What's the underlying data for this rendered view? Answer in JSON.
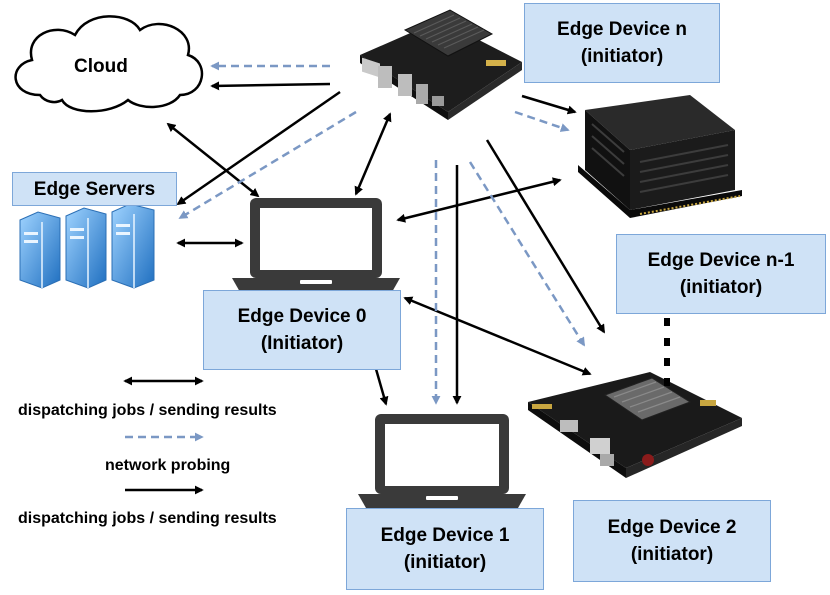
{
  "cloud": {
    "label": "Cloud"
  },
  "edge_servers": {
    "label": "Edge Servers"
  },
  "devices": {
    "n": {
      "name": "Edge Device n",
      "role": "(initiator)"
    },
    "n1": {
      "name": "Edge Device n-1",
      "role": "(initiator)"
    },
    "d0": {
      "name": "Edge Device 0",
      "role": "(Initiator)"
    },
    "d1": {
      "name": "Edge Device 1",
      "role": "(initiator)"
    },
    "d2": {
      "name": "Edge Device 2",
      "role": "(initiator)"
    }
  },
  "legend": {
    "bidirectional": "dispatching jobs / sending results",
    "probing": "network probing",
    "unidirectional": "dispatching jobs / sending results"
  },
  "colors": {
    "box_fill": "#cfe2f6",
    "box_border": "#7da7d9",
    "probe_arrow": "#7b98c4",
    "job_arrow": "#000000",
    "server": "#3a8fd8",
    "laptop": "#3a3a3a"
  },
  "icons": [
    "cloud-icon",
    "server-rack-icon",
    "laptop-icon",
    "dev-board-icon",
    "gpu-module-icon"
  ]
}
